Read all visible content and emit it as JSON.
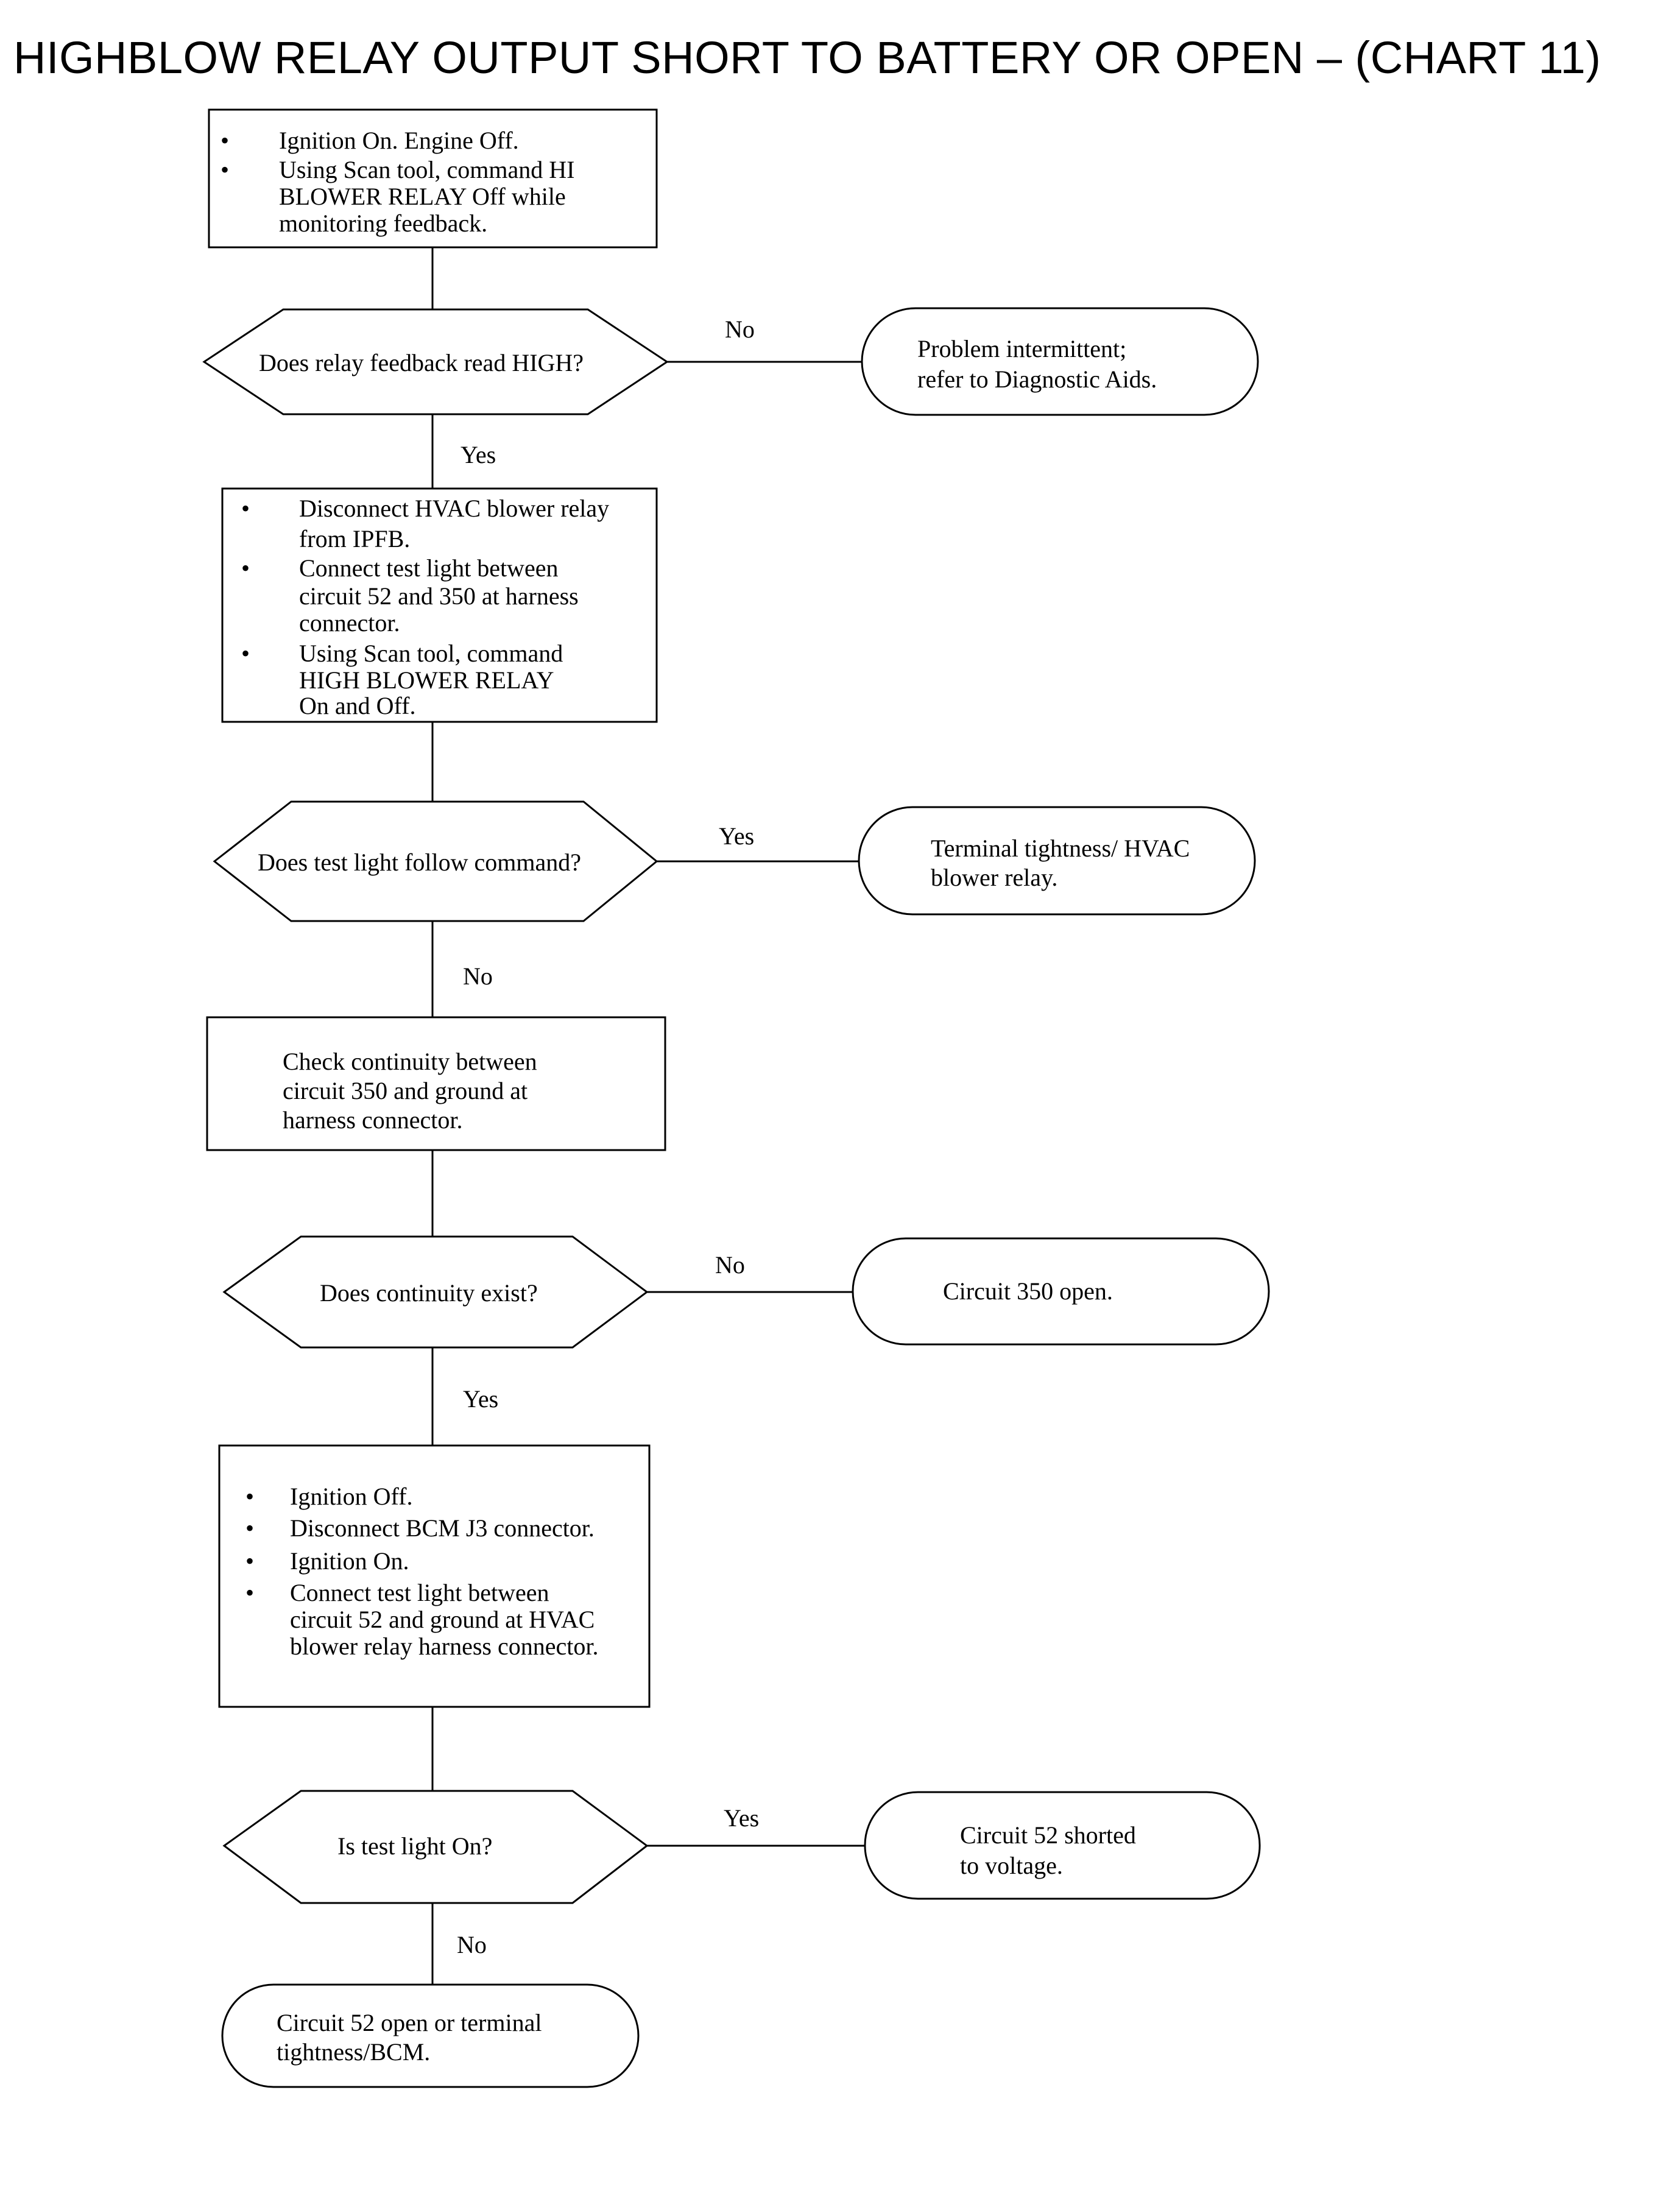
{
  "title": "HIGHBLOW RELAY OUTPUT SHORT TO BATTERY OR OPEN – (CHART 11)",
  "step1": {
    "bullets": [
      [
        "Ignition On. Engine Off."
      ],
      [
        "Using Scan tool, command HI",
        "BLOWER RELAY Off while",
        "monitoring feedback."
      ]
    ]
  },
  "decision1": {
    "question": "Does relay feedback read HIGH?",
    "no_label": "No",
    "yes_label": "Yes",
    "no_result": [
      "Problem intermittent;",
      "refer to Diagnostic Aids."
    ]
  },
  "step2": {
    "bullets": [
      [
        "Disconnect HVAC blower relay",
        "from IPFB."
      ],
      [
        "Connect test light between",
        "circuit 52 and 350 at harness",
        "connector."
      ],
      [
        "Using Scan tool, command",
        "HIGH BLOWER RELAY",
        "On and Off."
      ]
    ]
  },
  "decision2": {
    "question": "Does test light follow command?",
    "yes_label": "Yes",
    "no_label": "No",
    "yes_result": [
      "Terminal tightness/ HVAC",
      "blower relay."
    ]
  },
  "step3": {
    "lines": [
      "Check continuity between",
      "circuit 350 and ground at",
      "harness connector."
    ]
  },
  "decision3": {
    "question": "Does continuity exist?",
    "no_label": "No",
    "yes_label": "Yes",
    "no_result": [
      "Circuit 350 open."
    ]
  },
  "step4": {
    "bullets": [
      [
        "Ignition Off."
      ],
      [
        "Disconnect BCM J3 connector."
      ],
      [
        "Ignition On."
      ],
      [
        "Connect test light between",
        "circuit 52 and ground at HVAC",
        "blower relay harness connector."
      ]
    ]
  },
  "decision4": {
    "question": "Is test light On?",
    "yes_label": "Yes",
    "no_label": "No",
    "yes_result": [
      "Circuit 52 shorted",
      "to voltage."
    ],
    "no_result": [
      "Circuit 52 open or terminal",
      "tightness/BCM."
    ]
  }
}
